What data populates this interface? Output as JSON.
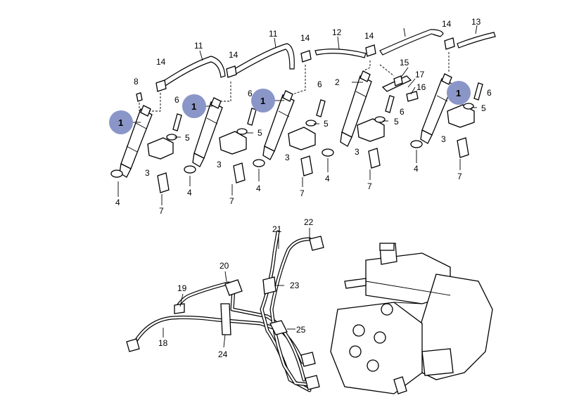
{
  "diagram": {
    "part_labels": [
      "1",
      "2",
      "3",
      "4",
      "5",
      "6",
      "7",
      "8",
      "11",
      "12",
      "13",
      "14",
      "15",
      "16",
      "17",
      "18",
      "19",
      "20",
      "21",
      "22",
      "23",
      "24",
      "25"
    ],
    "highlighted_label": "1"
  }
}
